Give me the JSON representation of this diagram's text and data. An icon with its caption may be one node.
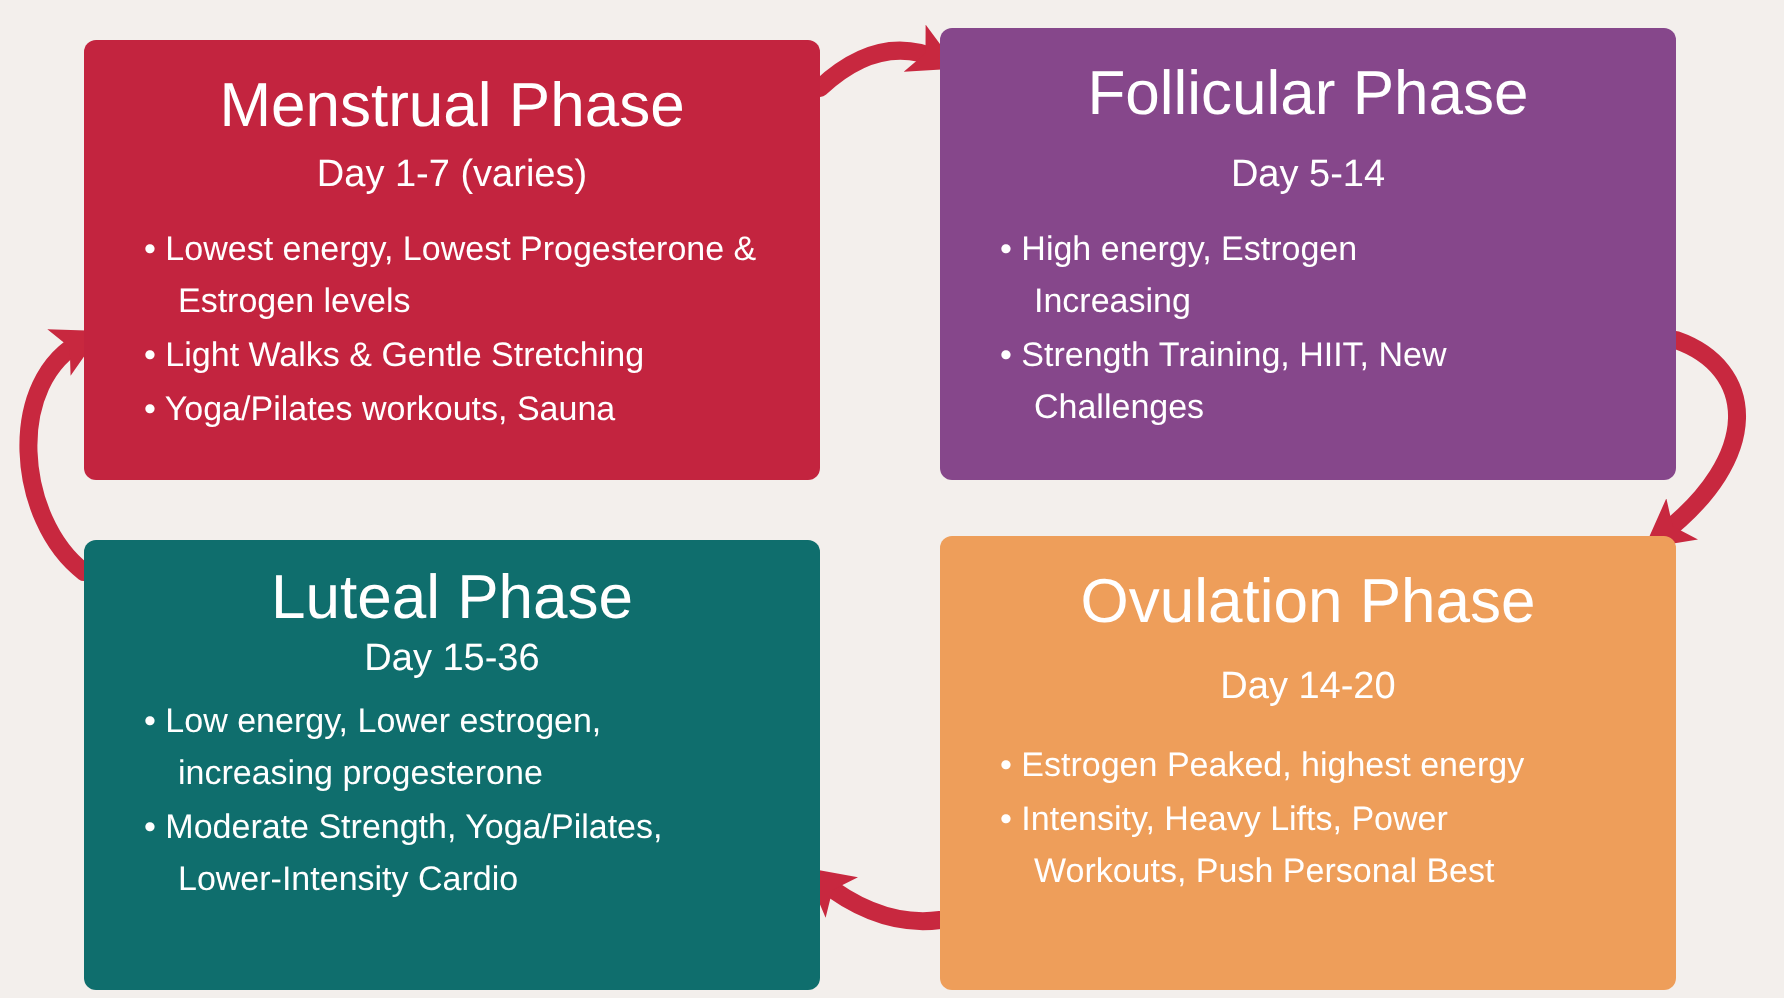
{
  "diagram": {
    "nodes": [
      {
        "text": [
          "Menstrual Phase",
          "Day 1-7 (varies)",
          "• Lowest energy, Lowest Progesterone & Estrogen levels",
          "• Light Walks & Gentle Stretching",
          "• Yoga/Pilates workouts, Sauna"
        ]
      },
      {
        "text": [
          "Follicular Phase",
          "Day 5-14",
          "• High energy, Estrogen Increasing",
          "• Strength Training, HIIT, New Challenges"
        ]
      },
      {
        "text": [
          "Luteal Phase",
          "Day 15-36",
          "• Low energy, Lower estrogen, increasing progesterone",
          "• Moderate Strength, Yoga/Pilates, Lower-Intensity Cardio"
        ]
      },
      {
        "text": [
          "Ovulation Phase",
          "Day 14-20",
          "• Estrogen Peaked, highest energy",
          "• Intensity, Heavy Lifts, Power Workouts, Push Personal Best"
        ]
      }
    ],
    "edges": [
      {
        "from": 0,
        "to": 1,
        "arrow": "to"
      },
      {
        "from": 1,
        "to": 3,
        "arrow": "to"
      },
      {
        "from": 3,
        "to": 2,
        "arrow": "to"
      },
      {
        "from": 2,
        "to": 0,
        "arrow": "to"
      }
    ]
  }
}
